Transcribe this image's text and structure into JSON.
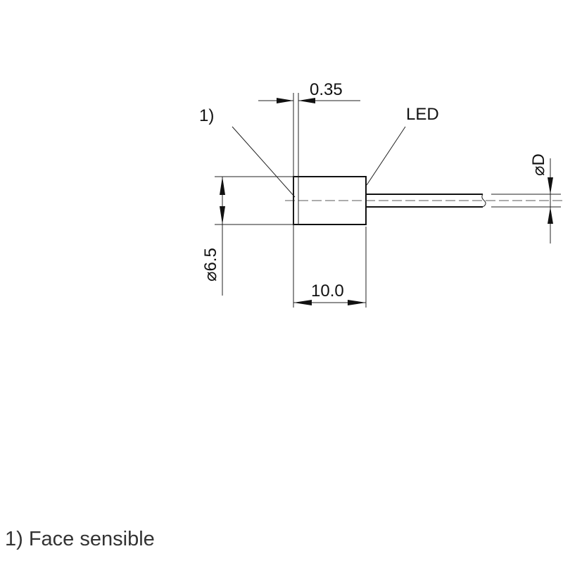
{
  "drawing": {
    "dimensions": {
      "gap": "0.35",
      "diameter_sensor": "⌀6.5",
      "length": "10.0",
      "diameter_cable": "⌀D"
    },
    "labels": {
      "face_marker": "1)",
      "led": "LED"
    }
  },
  "footnote": {
    "text": "1) Face sensible"
  }
}
